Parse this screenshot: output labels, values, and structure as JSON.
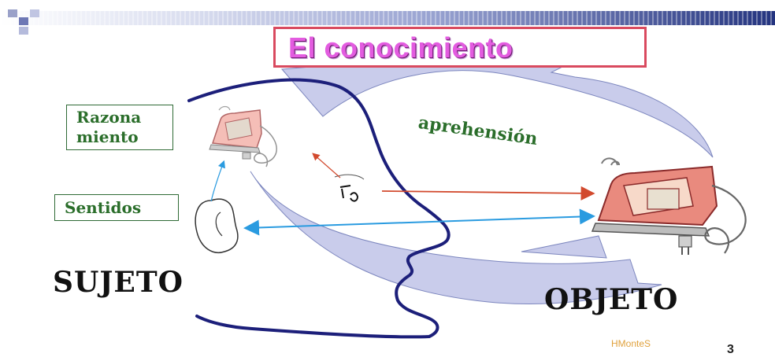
{
  "slide": {
    "title": "El conocimiento",
    "labels": {
      "razonamiento_line1": "Razona",
      "razonamiento_line2": "miento",
      "sentidos": "Sentidos",
      "aprehension": "aprehensión",
      "sujeto": "SUJETO",
      "objeto": "OBJETO"
    },
    "author": "HMonteS",
    "page_number": "3"
  },
  "colors": {
    "title_text": "#e35ce0",
    "title_border": "#d94a5f",
    "label_green": "#2b6e2b",
    "arrow_red": "#d24a2e",
    "arrow_blue": "#2a9be0",
    "face_outline": "#1c1f7a",
    "lavender_shapes": "#c9cceb",
    "iron_body": "#e98a7e"
  },
  "icons": [
    "clothes-iron-icon",
    "ear-icon",
    "eye-icon"
  ]
}
